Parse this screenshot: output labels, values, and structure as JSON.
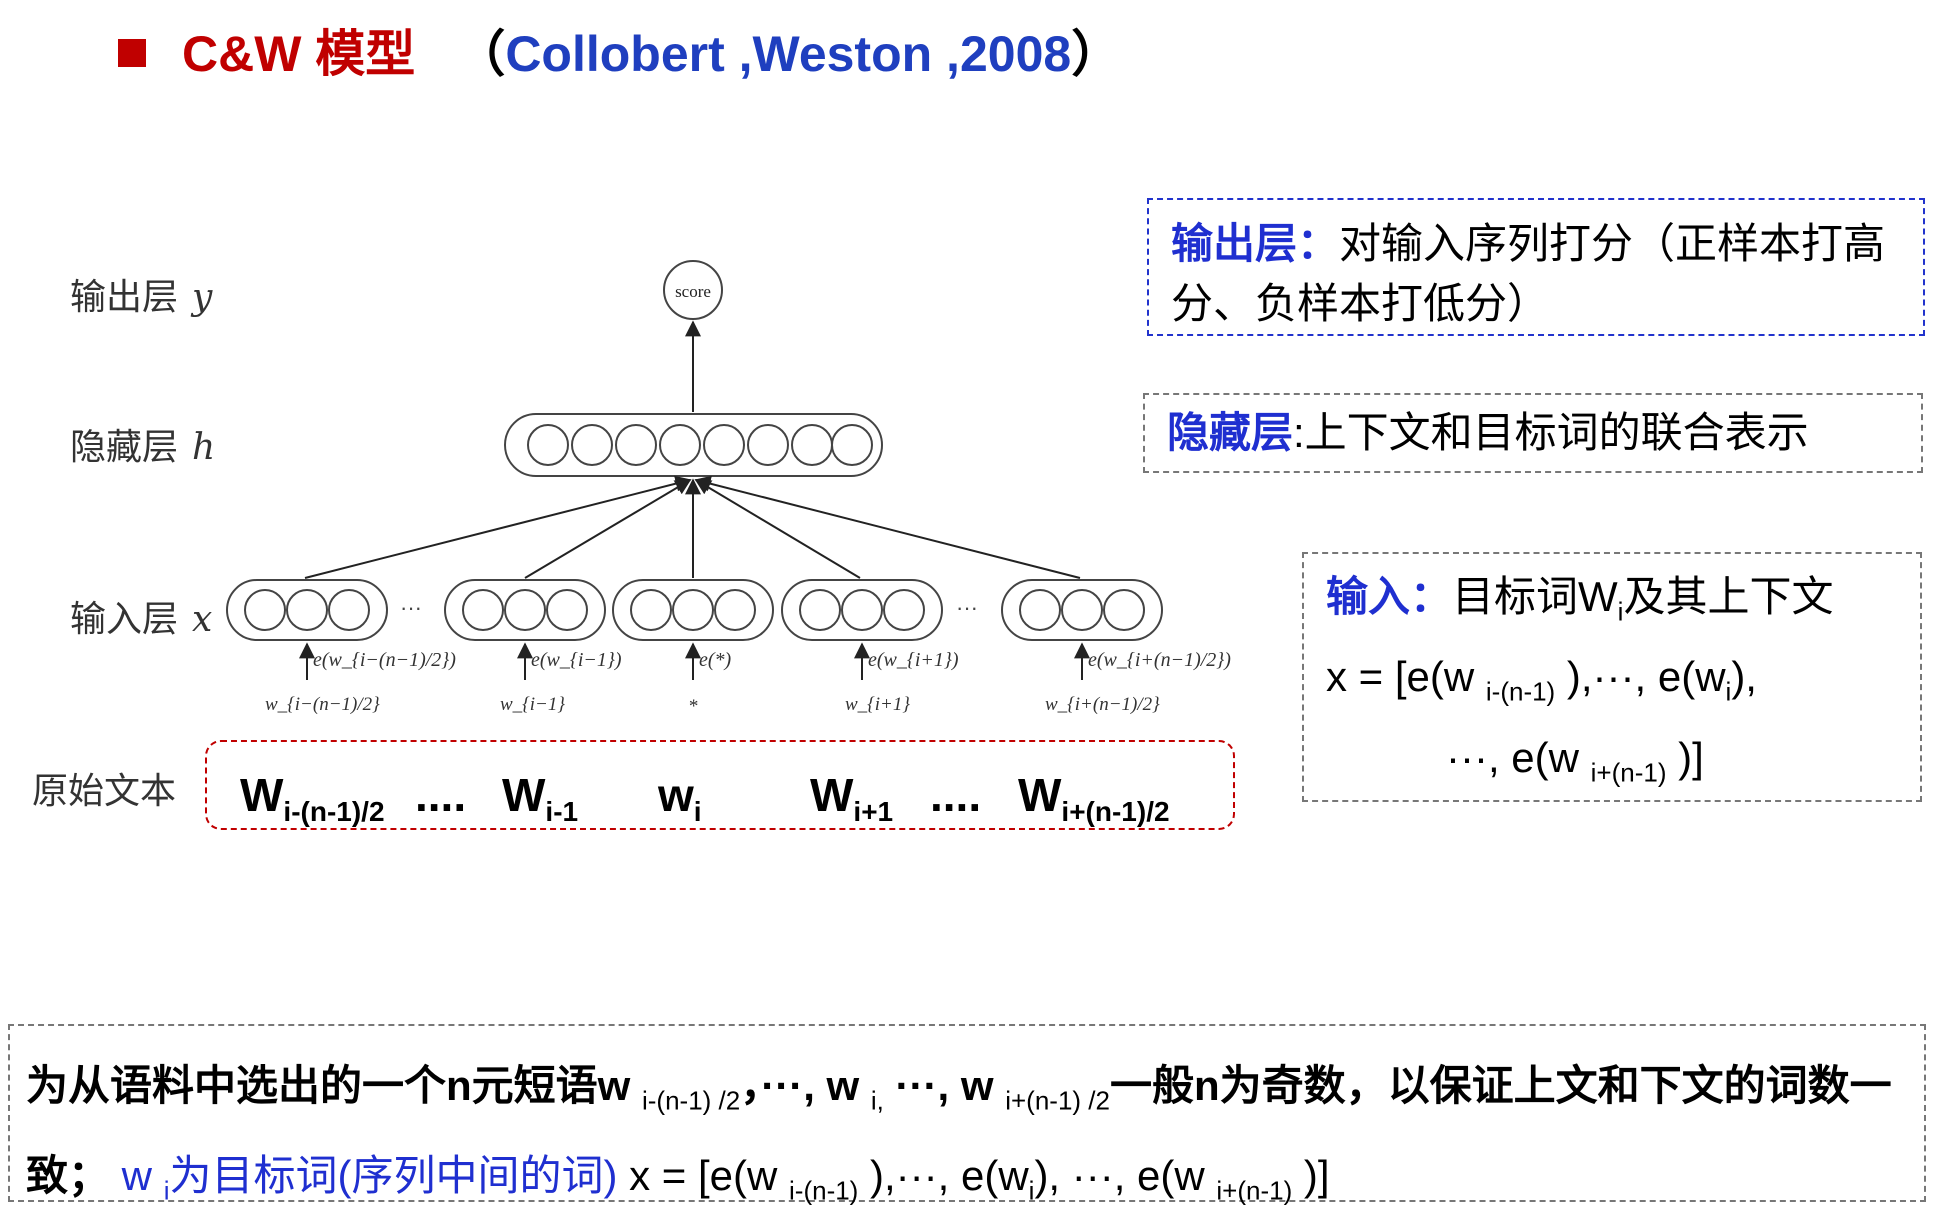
{
  "title": {
    "main": "C&W 模型",
    "paren_open": "（",
    "citation": "Collobert ,Weston ,2008",
    "paren_close": "）"
  },
  "colors": {
    "title_red": "#c00000",
    "accent_blue": "#1f2fd0",
    "red_dashed": "#c00000",
    "gray_dashed": "#777777"
  },
  "layers": {
    "output": {
      "label": "输出层",
      "symbol": "y",
      "node": "score"
    },
    "hidden": {
      "label": "隐藏层",
      "symbol": "h"
    },
    "input": {
      "label": "输入层",
      "symbol": "x"
    },
    "raw": {
      "label": "原始文本"
    }
  },
  "embeddings": [
    "e(w_{i−(n−1)/2})",
    "e(w_{i−1})",
    "e(*)",
    "e(w_{i+1})",
    "e(w_{i+(n−1)/2})"
  ],
  "words": [
    "w_{i−(n−1)/2}",
    "w_{i−1}",
    "*",
    "w_{i+1}",
    "w_{i+(n−1)/2}"
  ],
  "ellipsis": "···",
  "raw_text": {
    "w1": "W",
    "w1_sub": "i-(n-1)/2",
    "dots1": "....",
    "w2": "W",
    "w2_sub": "i-1",
    "w3": "w",
    "w3_sub": "i",
    "w4": "W",
    "w4_sub": "i+1",
    "dots2": "....",
    "w5": "W",
    "w5_sub": "i+(n-1)/2"
  },
  "notes": {
    "output": {
      "head": "输出层：",
      "text": "对输入序列打分（正样本打高分、负样本打低分）"
    },
    "hidden": {
      "head": "隐藏层",
      "text": ":上下文和目标词的联合表示"
    },
    "input": {
      "head": "输入：",
      "text1": "目标词W",
      "sub1": "i",
      "text2": "及其上下文",
      "line2_a": "x = [e(w ",
      "line2_sub1": "i-(n-1)",
      "line2_b": " ),···, e(w",
      "line2_sub2": "i",
      "line2_c": "),",
      "line3_a": "···, e(w ",
      "line3_sub": "i+(n-1)",
      "line3_b": " )]"
    }
  },
  "bottom": {
    "p1": "为从语料中选出的一个n元短语w ",
    "s1": "i-(n-1) /2",
    "p2": "，···, w ",
    "s2": "i,",
    "p3": " ···, w ",
    "s3": "i+(n-1) /2",
    "p4": "一般n为奇数，以保证上文和下文的词数一致；",
    "b1": " w ",
    "bs1": "i",
    "b2": "为目标词(序列中间的词)",
    "p5": " x = [e(w ",
    "s4": "i-(n-1)",
    "p6": " ),···, e(w",
    "s5": "i",
    "p7": "), ···, e(w ",
    "s6": "i+(n-1)",
    "p8": " )]"
  }
}
